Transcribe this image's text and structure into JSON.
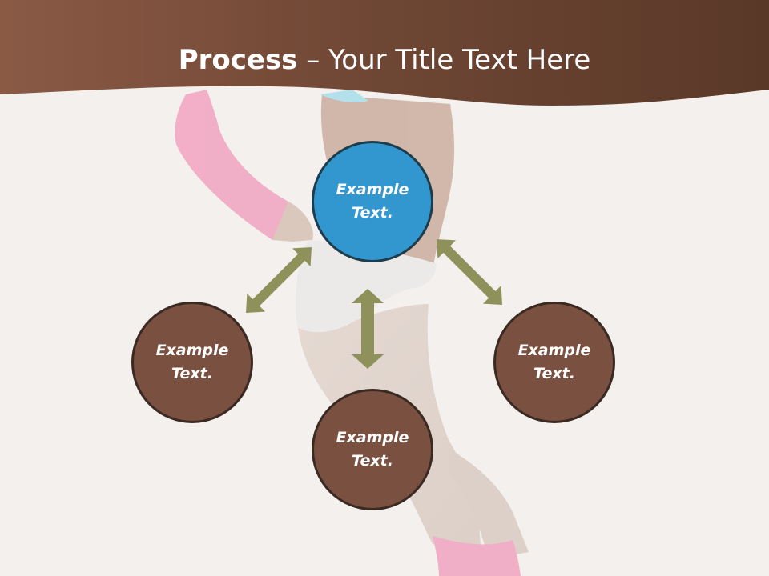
{
  "title": {
    "bold": "Process",
    "rest": " – Your Title Text Here"
  },
  "nodes": {
    "center": "Example Text.",
    "left": "Example Text.",
    "right": "Example Text.",
    "bottom": "Example Text."
  },
  "colors": {
    "header_brown": "#7a4f3c",
    "center_blue": "#3397cf",
    "node_brown": "#7a5040",
    "arrow_olive": "#8e925a"
  },
  "icons": {
    "arrows": "double-headed-arrow-icon",
    "photo": "fitness-model-photo"
  }
}
